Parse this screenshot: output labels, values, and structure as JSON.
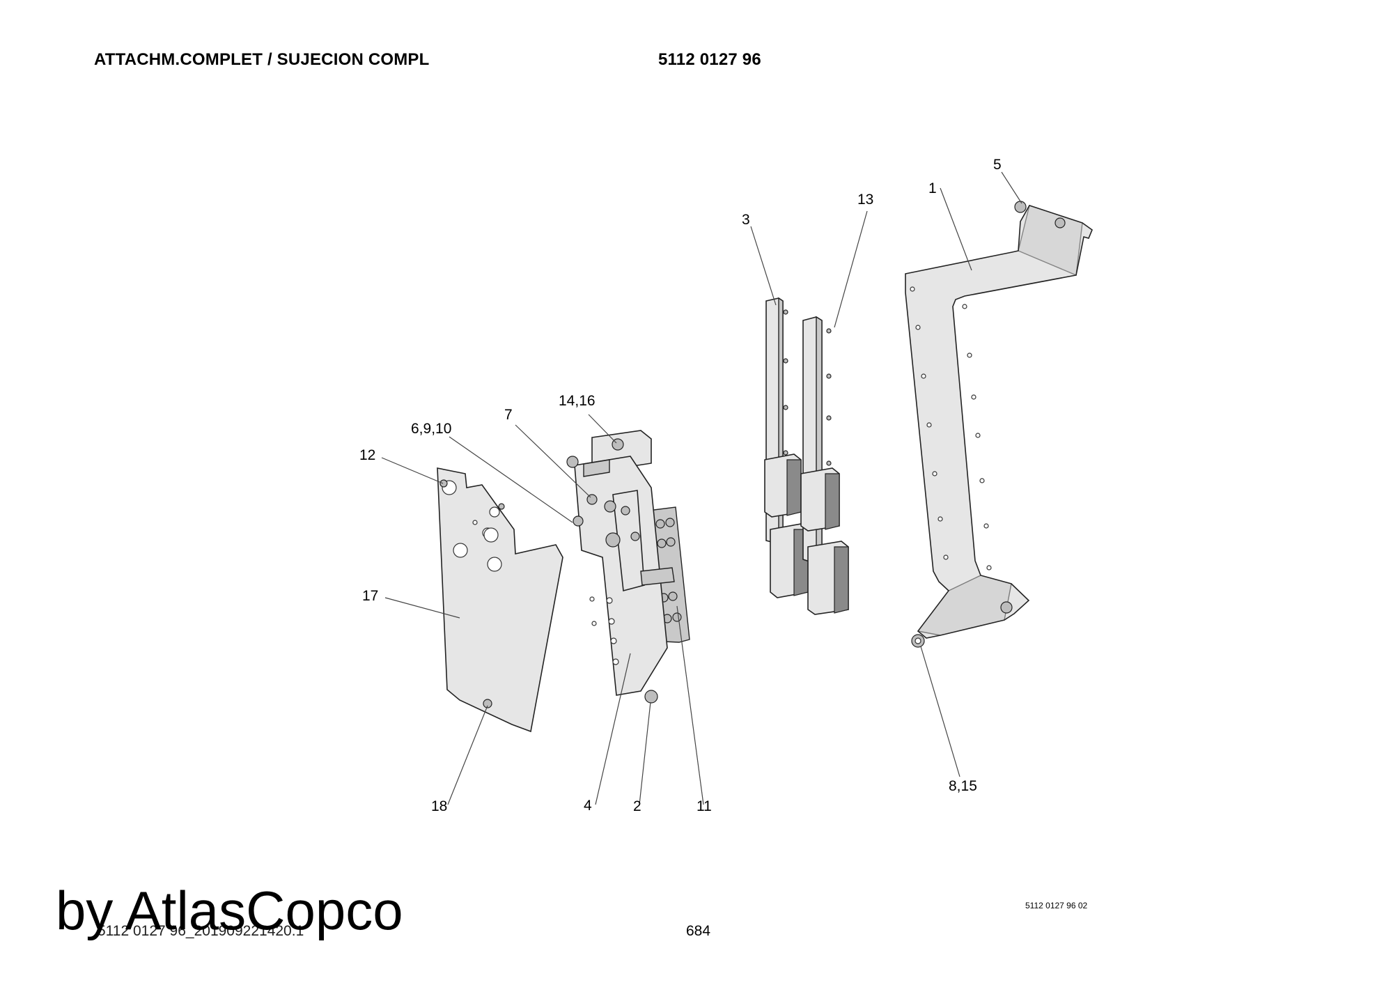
{
  "header": {
    "title": "ATTACHM.COMPLET / SUJECION COMPL",
    "part_number": "5112 0127 96"
  },
  "callouts": {
    "c1": "1",
    "c5": "5",
    "c13": "13",
    "c3": "3",
    "c14_16": "14,16",
    "c7": "7",
    "c6_9_10": "6,9,10",
    "c12": "12",
    "c17": "17",
    "c18": "18",
    "c4": "4",
    "c2": "2",
    "c11": "11",
    "c8_15": "8,15"
  },
  "footer": {
    "drawing_code": "5112 0127 96_201909221420.1",
    "page_number": "684",
    "figure_ref": "5112 0127 96 02"
  },
  "watermark": "by AtlasCopco"
}
